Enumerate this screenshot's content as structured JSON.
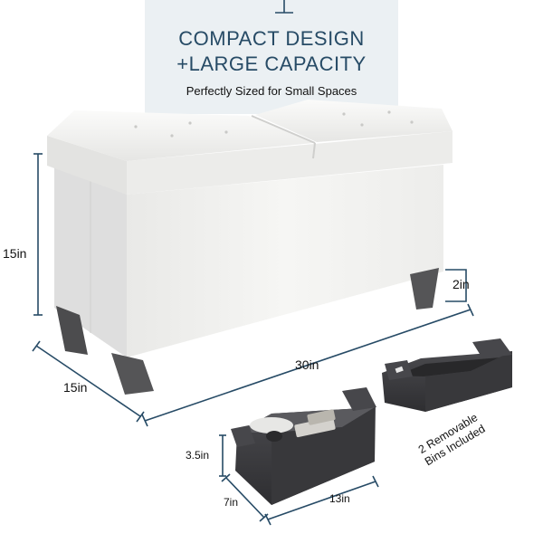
{
  "header": {
    "line1": "COMPACT DESIGN",
    "line2": "+LARGE CAPACITY",
    "subtitle": "Perfectly Sized for Small Spaces"
  },
  "dimensions": {
    "height": "15in",
    "depth": "15in",
    "width": "30in",
    "leg_height": "2in",
    "bin_height": "3.5in",
    "bin_depth": "7in",
    "bin_width": "13in"
  },
  "bins_caption": {
    "line1": "2 Removable",
    "line2": "Bins Included"
  },
  "colors": {
    "headline": "#274b66",
    "header_panel": "#ebf0f3",
    "dimension_line": "#274b66",
    "ottoman": "#f1f1ef",
    "bin": "#3d3d40"
  }
}
